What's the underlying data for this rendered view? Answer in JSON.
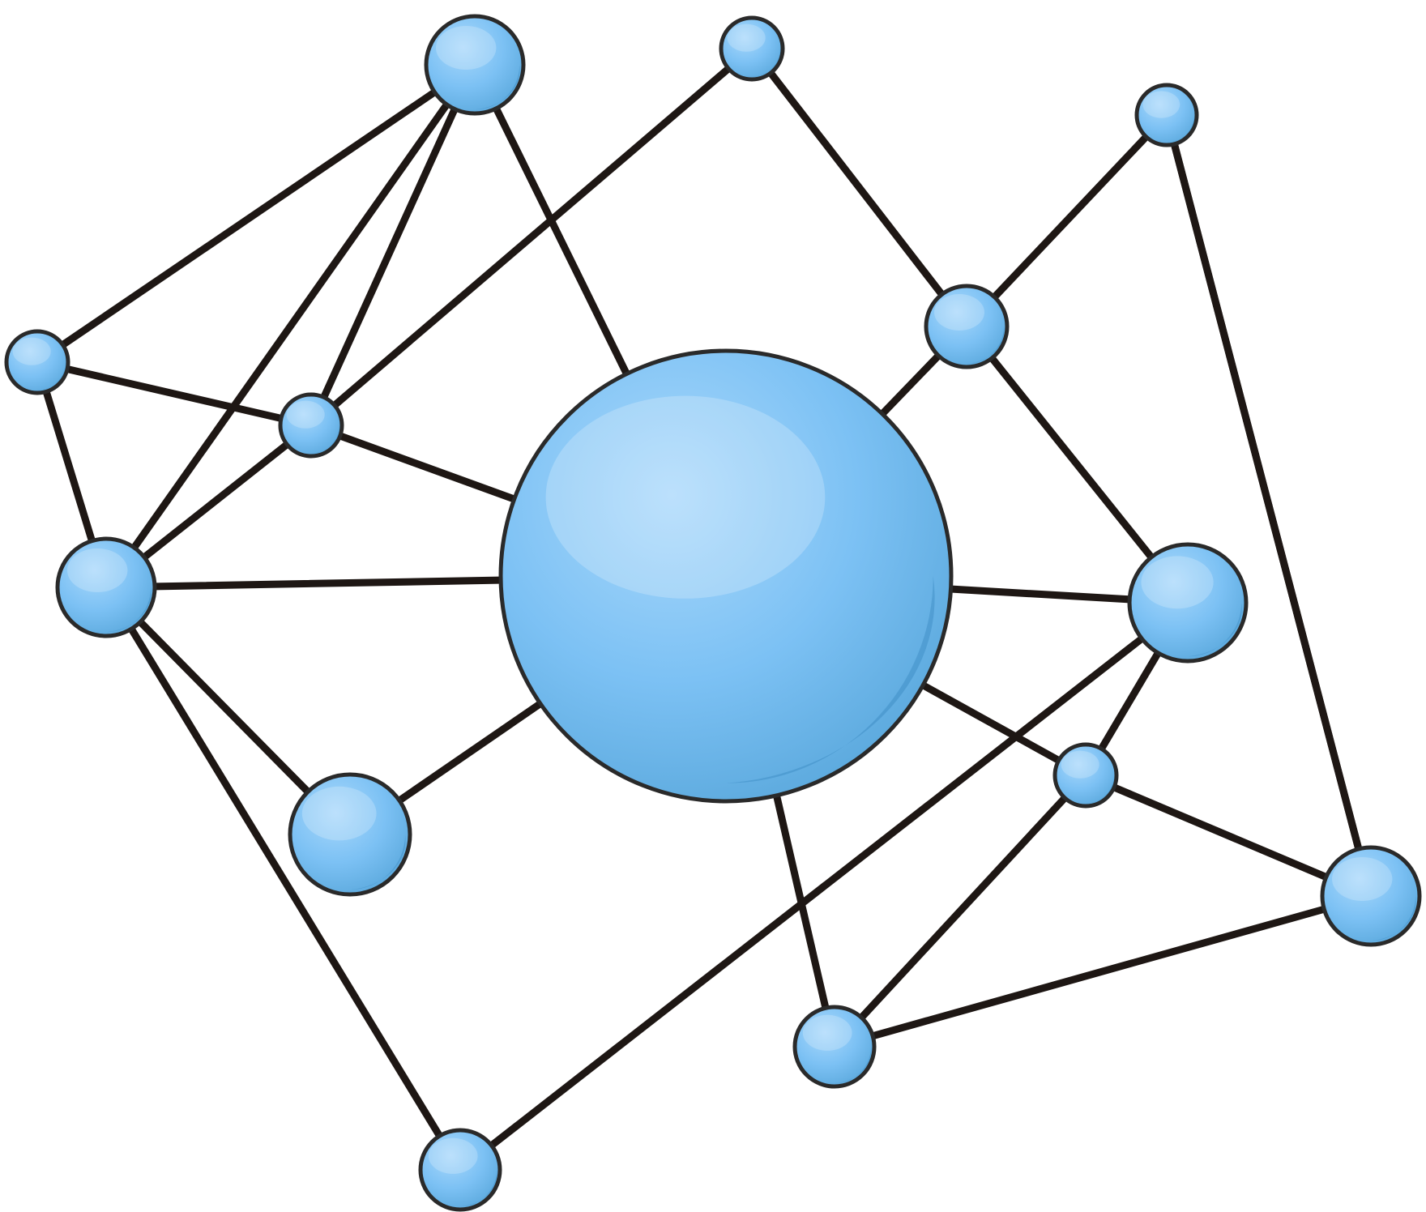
{
  "graph": {
    "colors": {
      "node_fill": "#7cc1f4",
      "node_fill_light": "#a9d8fb",
      "node_stroke": "#2a2a2a",
      "edge": "#1e1714",
      "background": "#ffffff"
    },
    "nodes": [
      {
        "id": "hub"
      },
      {
        "id": "n1"
      },
      {
        "id": "n2"
      },
      {
        "id": "n3"
      },
      {
        "id": "n4"
      },
      {
        "id": "n5"
      },
      {
        "id": "n6"
      },
      {
        "id": "n7"
      },
      {
        "id": "n8"
      },
      {
        "id": "n9"
      },
      {
        "id": "n10"
      },
      {
        "id": "n11"
      },
      {
        "id": "n12"
      },
      {
        "id": "n13"
      },
      {
        "id": "n14"
      }
    ],
    "edges": [
      [
        "n1",
        "n4"
      ],
      [
        "n1",
        "n5"
      ],
      [
        "n1",
        "n6"
      ],
      [
        "n1",
        "hub"
      ],
      [
        "n2",
        "n5"
      ],
      [
        "n2",
        "n7"
      ],
      [
        "n3",
        "n7"
      ],
      [
        "n3",
        "n12"
      ],
      [
        "n4",
        "n5"
      ],
      [
        "n4",
        "n6"
      ],
      [
        "n5",
        "n6"
      ],
      [
        "n5",
        "hub"
      ],
      [
        "n6",
        "hub"
      ],
      [
        "n6",
        "n9"
      ],
      [
        "n6",
        "n10"
      ],
      [
        "n7",
        "hub"
      ],
      [
        "n7",
        "n8"
      ],
      [
        "n8",
        "hub"
      ],
      [
        "n8",
        "n10"
      ],
      [
        "n8",
        "n13"
      ],
      [
        "n9",
        "hub"
      ],
      [
        "n11",
        "hub"
      ],
      [
        "n11",
        "n13"
      ],
      [
        "n11",
        "n12"
      ],
      [
        "hub",
        "n13"
      ],
      [
        "n13",
        "n14"
      ]
    ]
  }
}
